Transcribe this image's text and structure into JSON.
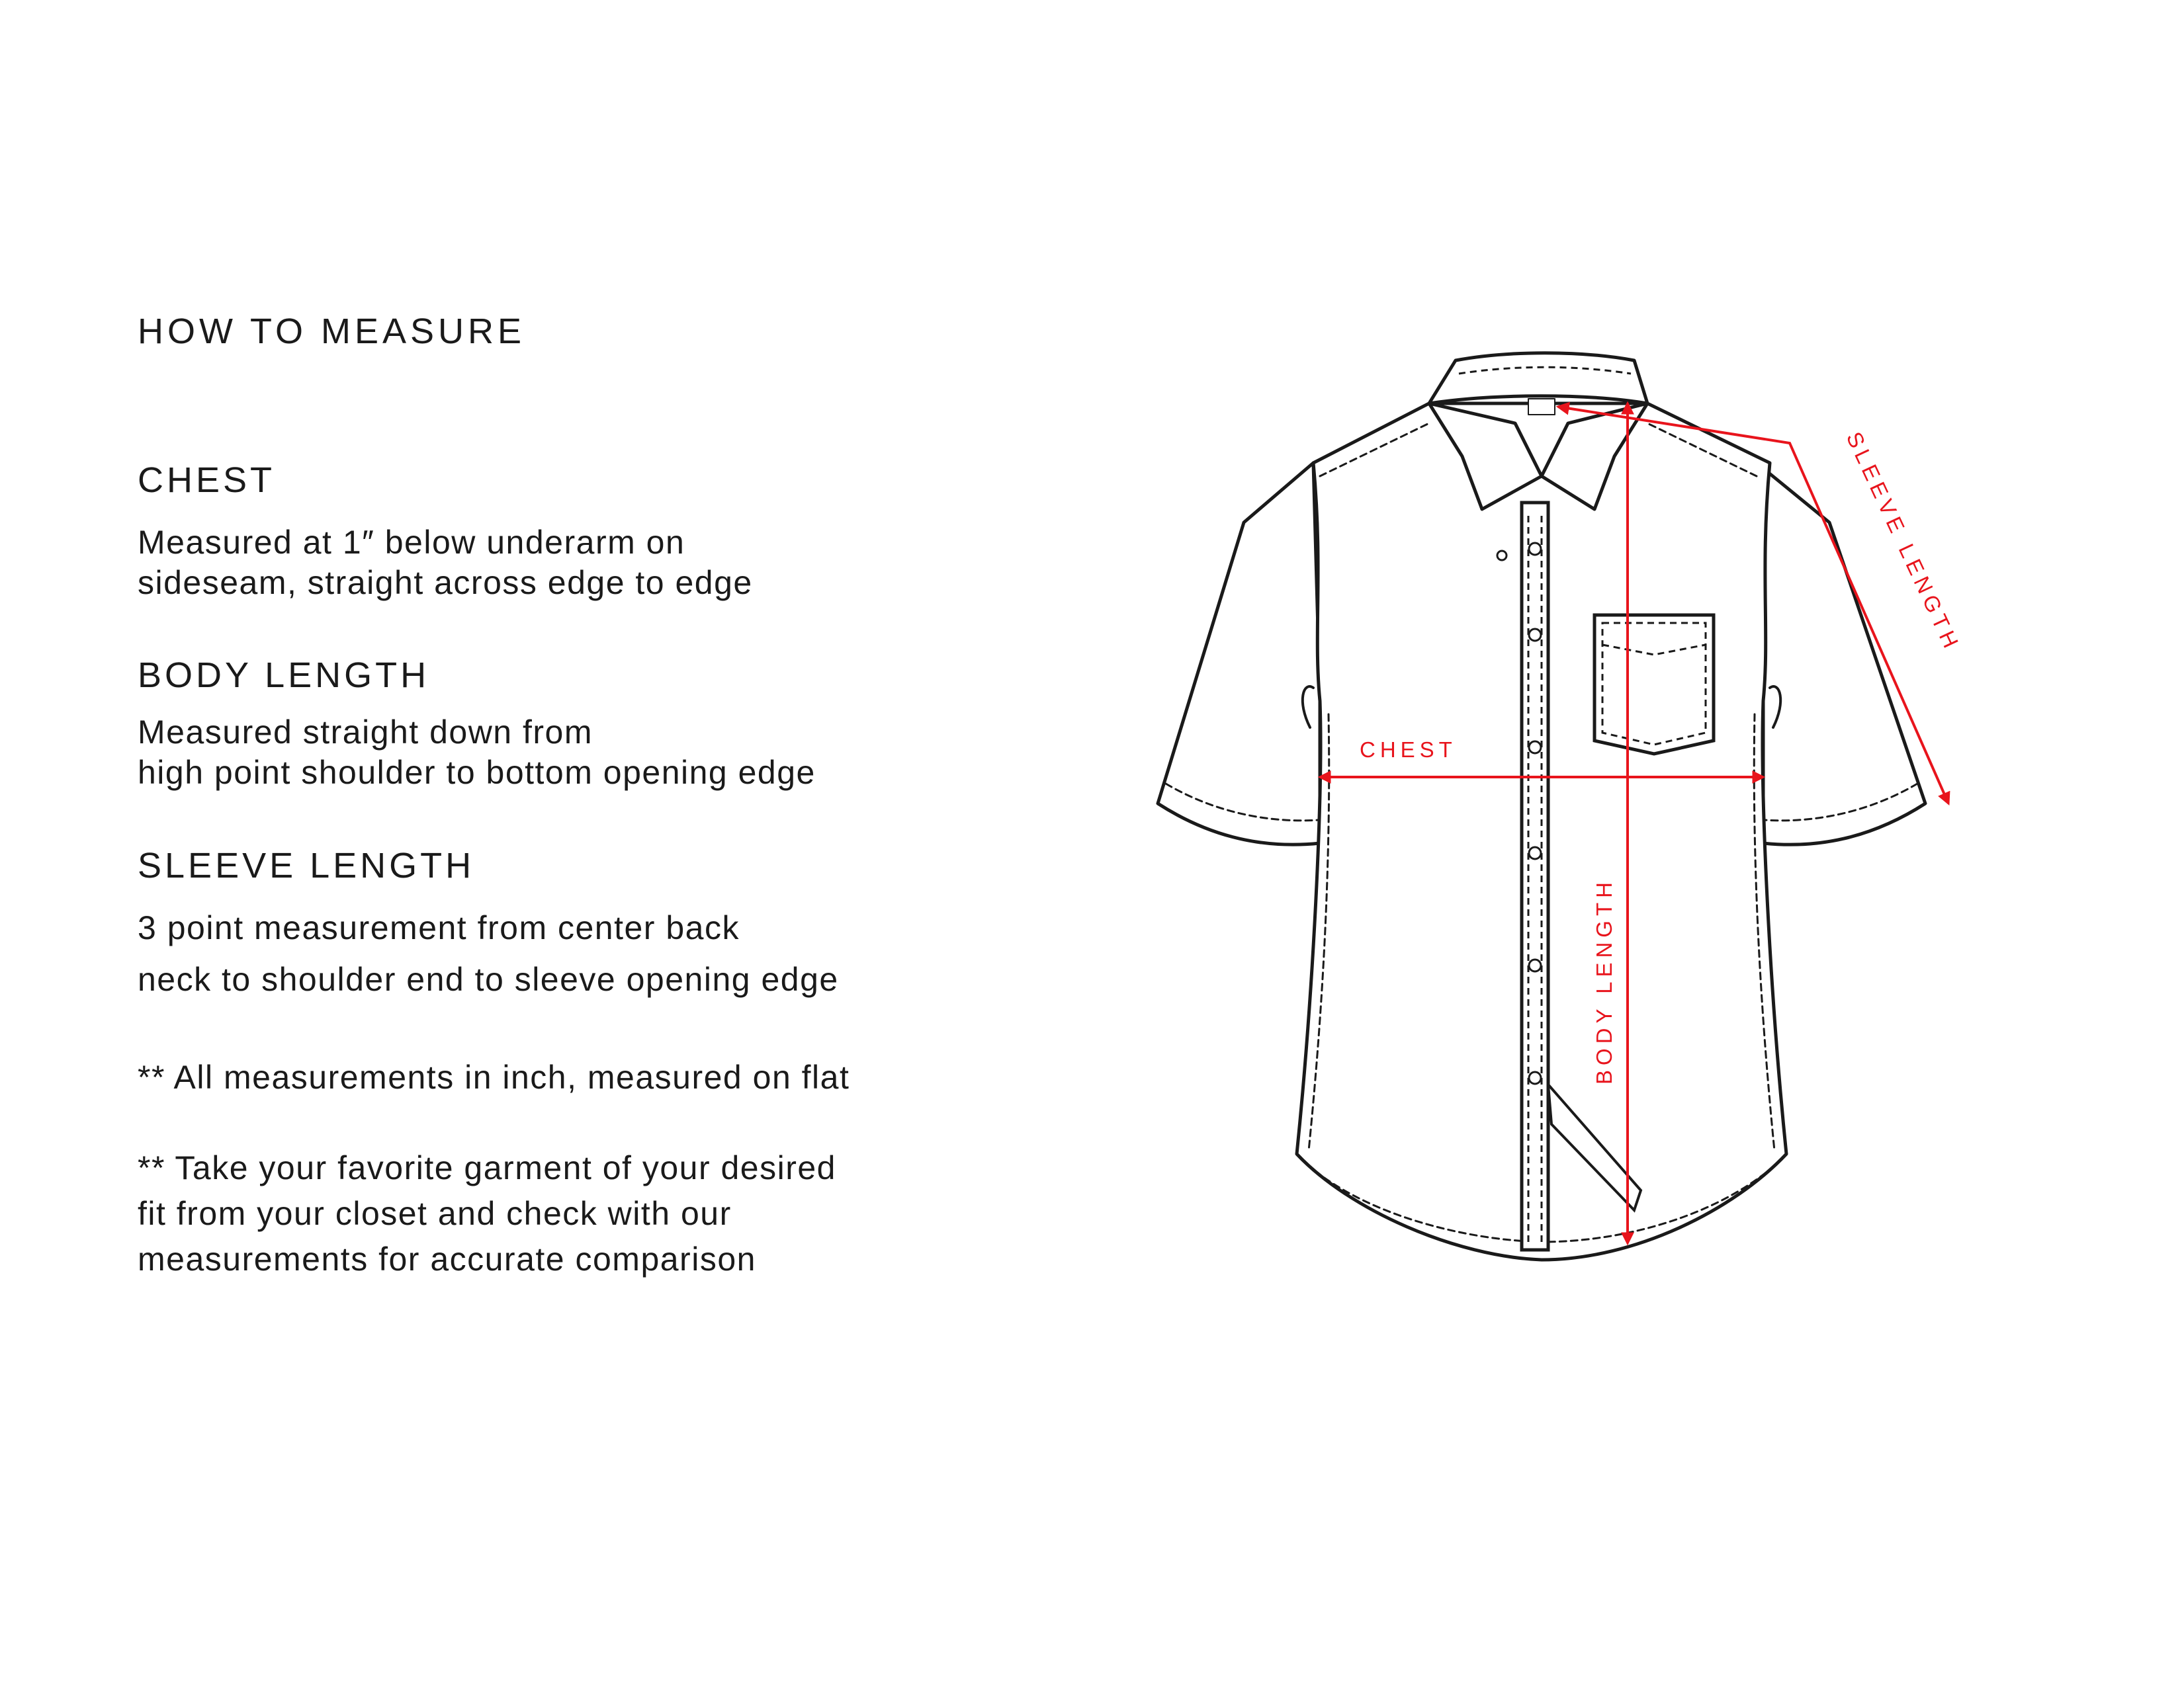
{
  "title": "HOW TO MEASURE",
  "sections": [
    {
      "heading": "CHEST",
      "lines": [
        "Measured at 1″ below underarm on",
        "sideseam, straight across edge to edge"
      ]
    },
    {
      "heading": "BODY LENGTH",
      "lines": [
        "Measured straight down from",
        "high point shoulder to bottom opening edge"
      ]
    },
    {
      "heading": "SLEEVE LENGTH",
      "lines": [
        "3 point measurement from center back",
        "neck to shoulder end to sleeve opening edge"
      ]
    }
  ],
  "notes": [
    {
      "lines": [
        "** All measurements in inch, measured on flat"
      ]
    },
    {
      "lines": [
        "** Take your favorite garment of your desired",
        "fit from your closet and check with our",
        "measurements for accurate comparison"
      ]
    }
  ],
  "diagram": {
    "labels": {
      "chest": "CHEST",
      "body_length": "BODY LENGTH",
      "sleeve_length": "SLEEVE LENGTH"
    },
    "colors": {
      "line": "#1a1a1a",
      "measure": "#e8141c"
    },
    "icons": [
      "shirt-icon",
      "pocket-icon",
      "button-icon",
      "collar-icon"
    ]
  }
}
